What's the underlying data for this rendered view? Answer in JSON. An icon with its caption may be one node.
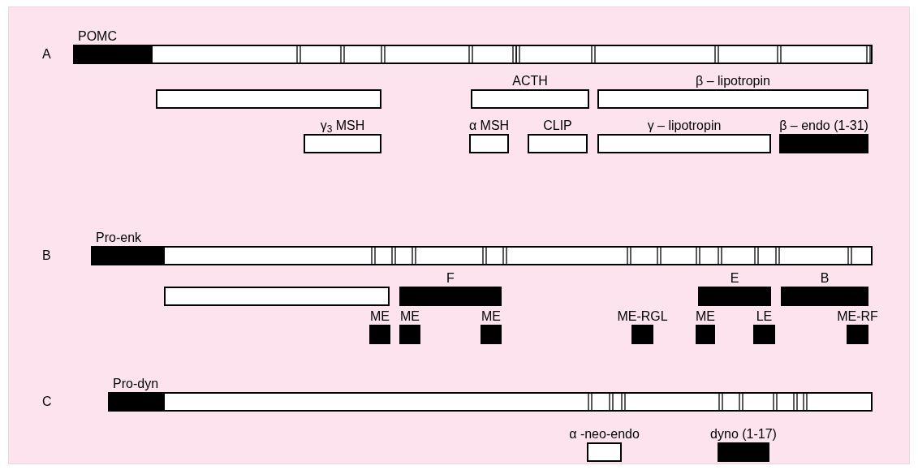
{
  "diagram": {
    "nodes": [
      {
        "text": [
          "POMC"
        ]
      },
      {
        "text": [],
        "shape": "bar"
      },
      {
        "text": [
          "ACTH"
        ]
      },
      {
        "text": [
          "β – lipotropin"
        ]
      },
      {
        "text": [
          "γ$_{3}$ MSH"
        ]
      },
      {
        "text": [
          "α MSH"
        ]
      },
      {
        "text": [
          "CLIP"
        ]
      },
      {
        "text": [
          "γ – lipotropin"
        ]
      },
      {
        "text": [
          "β – endo (1-31)"
        ]
      },
      {
        "text": [
          "Pro-enk"
        ]
      },
      {
        "text": [],
        "shape": "bar"
      },
      {
        "text": [
          "F"
        ]
      },
      {
        "text": [
          "E"
        ]
      },
      {
        "text": [
          "B"
        ]
      },
      {
        "text": [
          "ME"
        ]
      },
      {
        "text": [
          "ME"
        ]
      },
      {
        "text": [
          "ME"
        ]
      },
      {
        "text": [
          "ME-RGL"
        ]
      },
      {
        "text": [
          "ME"
        ]
      },
      {
        "text": [
          "LE"
        ]
      },
      {
        "text": [
          "ME-RF"
        ]
      },
      {
        "text": [
          "Pro-dyn"
        ]
      },
      {
        "text": [
          "α -neo-endo"
        ]
      },
      {
        "text": [
          "dyno (1-17)"
        ]
      }
    ],
    "labels": [
      "A",
      "B",
      "C"
    ]
  }
}
